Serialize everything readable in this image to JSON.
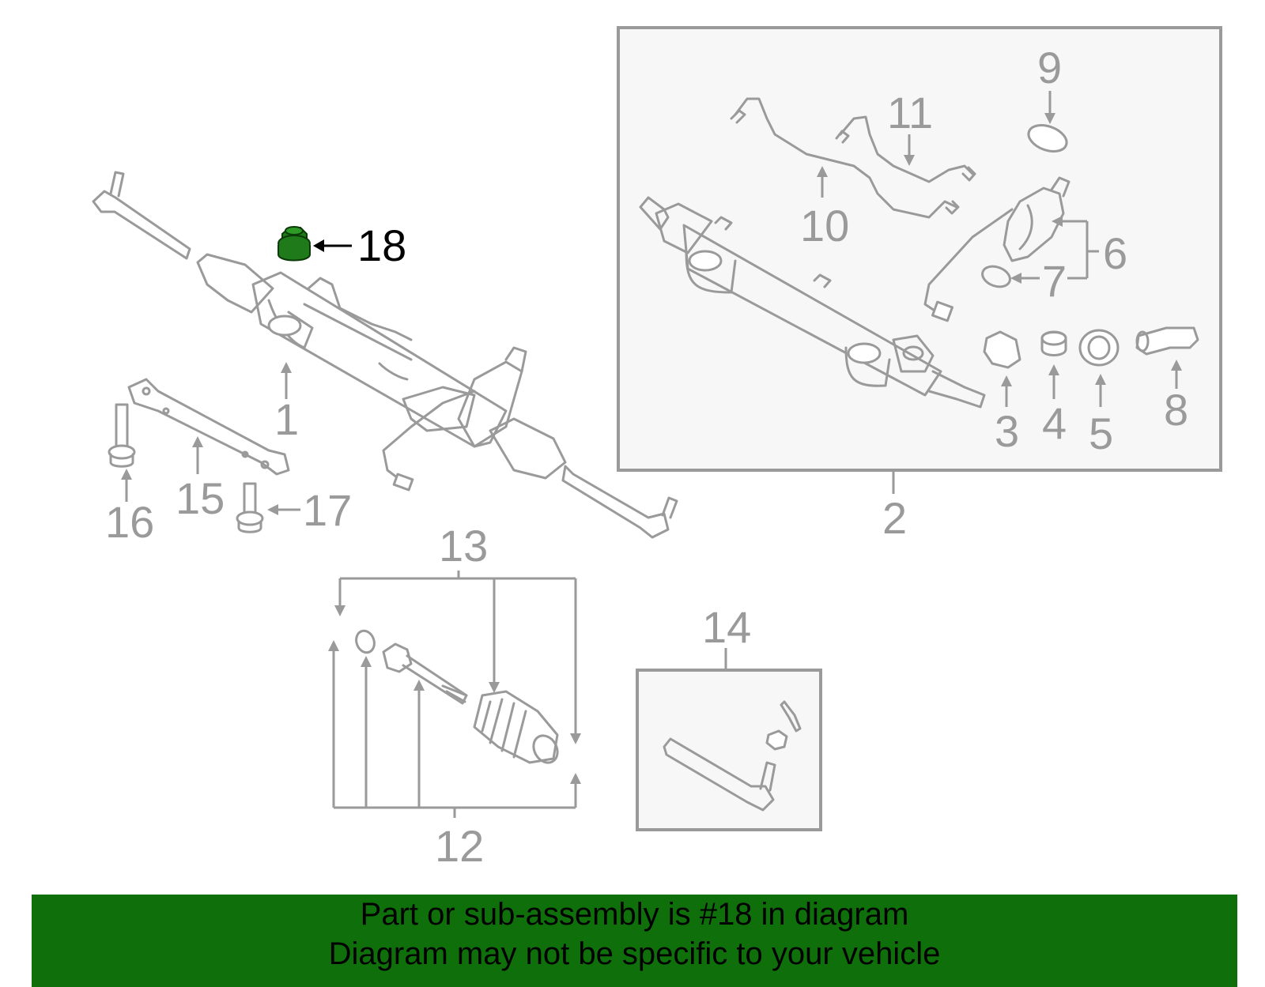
{
  "diagram": {
    "labels": {
      "l1": "1",
      "l2": "2",
      "l3": "3",
      "l4": "4",
      "l5": "5",
      "l6": "6",
      "l7": "7",
      "l8": "8",
      "l9": "9",
      "l10": "10",
      "l11": "11",
      "l12": "12",
      "l13": "13",
      "l14": "14",
      "l15": "15",
      "l16": "16",
      "l17": "17",
      "l18": "18"
    },
    "highlight_part": "18",
    "highlight_color": "#1f7a1a",
    "line_color": "#9a9a9a"
  },
  "banner": {
    "line1": "Part or sub-assembly is #18 in diagram",
    "line2": "Diagram may not be specific to your vehicle",
    "background": "#0f6f0a"
  }
}
